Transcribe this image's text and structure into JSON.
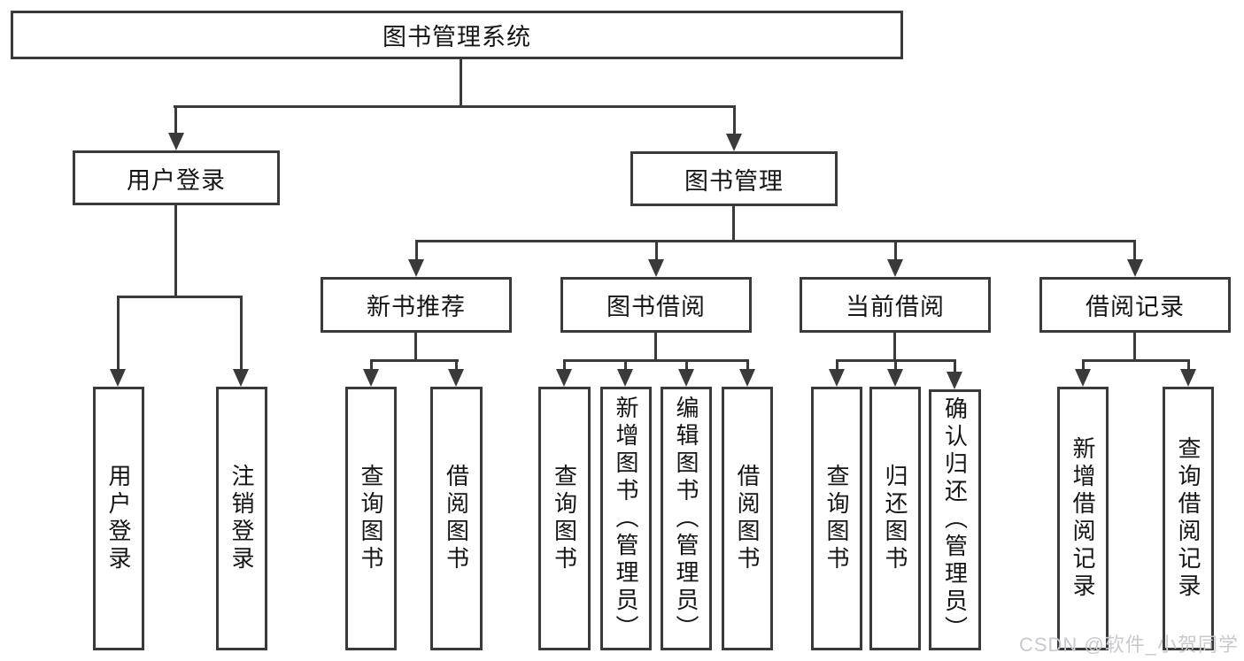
{
  "tree": {
    "root": {
      "label": "图书管理系统"
    },
    "user_login": {
      "label": "用户登录",
      "children": [
        "用户登录",
        "注销登录"
      ]
    },
    "book_management": {
      "label": "图书管理",
      "sections": [
        {
          "label": "新书推荐",
          "children": [
            "查询图书",
            "借阅图书"
          ]
        },
        {
          "label": "图书借阅",
          "children": [
            "查询图书",
            "新增图书（管理员）",
            "编辑图书（管理员）",
            "借阅图书"
          ]
        },
        {
          "label": "当前借阅",
          "children": [
            "查询图书",
            "归还图书",
            "确认归还（管理员）"
          ]
        },
        {
          "label": "借阅记录",
          "children": [
            "新增借阅记录",
            "查询借阅记录"
          ]
        }
      ]
    }
  },
  "watermark": {
    "text": "CSDN @软件_小贺同学"
  },
  "colors": {
    "line": "#3a3a3a",
    "text": "#151515",
    "background": "#ffffff",
    "watermark": "#c9c9ce"
  }
}
